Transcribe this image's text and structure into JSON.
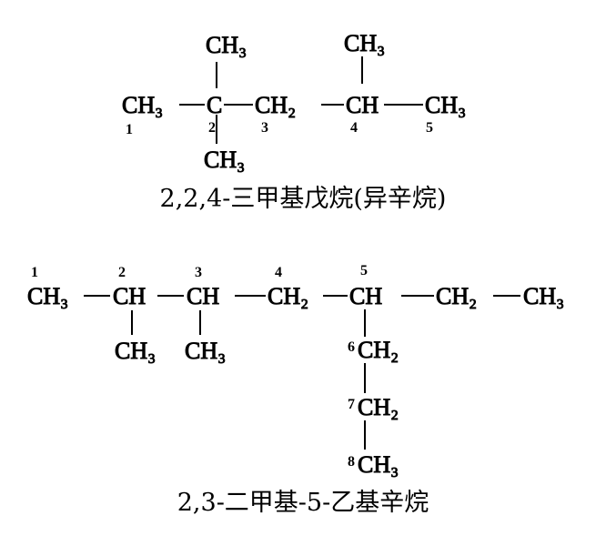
{
  "colors": {
    "ink": "#000000",
    "paper": "#ffffff"
  },
  "molecules": [
    {
      "name": "2,2,4-三甲基戊烷(异辛烷)",
      "atoms": {
        "c1": "CH₃",
        "c2": "C",
        "c2_up": "CH₃",
        "c2_down": "CH₃",
        "c3": "CH₂",
        "c4": "CH",
        "c4_up": "CH₃",
        "c5": "CH₃"
      },
      "numbers": {
        "n1": "1",
        "n2": "2",
        "n3": "3",
        "n4": "4",
        "n5": "5"
      }
    },
    {
      "name": "2,3-二甲基-5-乙基辛烷",
      "atoms": {
        "c1": "CH₃",
        "c2": "CH",
        "c2_down": "CH₃",
        "c3": "CH",
        "c3_down": "CH₃",
        "c4": "CH₂",
        "c5": "CH",
        "c6": "CH₂",
        "c7": "CH₃",
        "s6": "CH₂",
        "s7": "CH₂",
        "s8": "CH₃"
      },
      "numbers": {
        "n1": "1",
        "n2": "2",
        "n3": "3",
        "n4": "4",
        "n5": "5",
        "n6": "6",
        "n7": "7",
        "n8": "8"
      }
    }
  ]
}
